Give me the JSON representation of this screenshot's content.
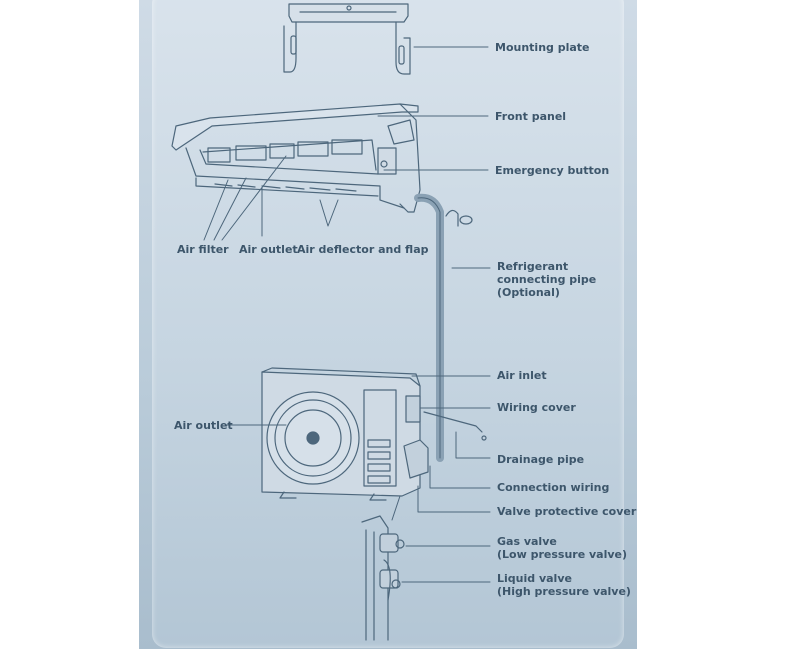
{
  "labels": {
    "mounting_plate": "Mounting plate",
    "front_panel": "Front panel",
    "emergency_button": "Emergency button",
    "air_filter": "Air filter",
    "air_outlet_indoor": "Air outlet",
    "air_deflector": "Air deflector and flap",
    "refrigerant_pipe": "Refrigerant\nconnecting pipe\n(Optional)",
    "air_inlet": "Air inlet",
    "wiring_cover": "Wiring cover",
    "air_outlet_outdoor": "Air outlet",
    "drainage_pipe": "Drainage pipe",
    "connection_wiring": "Connection wiring",
    "valve_cover": "Valve protective cover",
    "gas_valve": "Gas valve\n(Low pressure valve)",
    "liquid_valve": "Liquid valve\n(High pressure valve)"
  },
  "colors": {
    "line": "#4d677c",
    "text": "#3d566b"
  }
}
